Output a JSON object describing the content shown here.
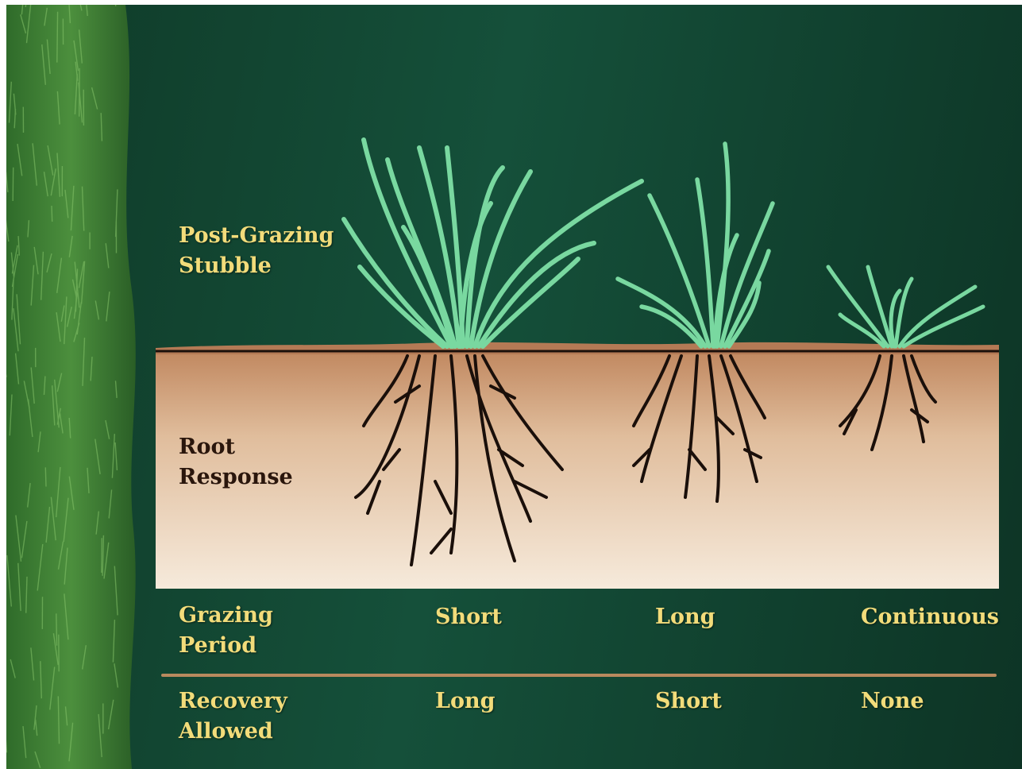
{
  "labels": {
    "stubble": "Post-Grazing\nStubble",
    "root": "Root\nResponse"
  },
  "rows": {
    "grazing": {
      "label": "Grazing\nPeriod",
      "values": [
        "Short",
        "Long",
        "Continuous"
      ]
    },
    "recovery": {
      "label": "Recovery\nAllowed",
      "values": [
        "Long",
        "Short",
        "None"
      ]
    }
  },
  "colors": {
    "background": "#15503a",
    "grass_blade": "#79d8a0",
    "soil_top": "#c9946b",
    "soil_bottom": "#f4e5d2",
    "root": "#1a0f0a",
    "label_text": "#f2dc7a"
  },
  "icons": [
    "grass-strip",
    "grass-plant",
    "root-system"
  ]
}
